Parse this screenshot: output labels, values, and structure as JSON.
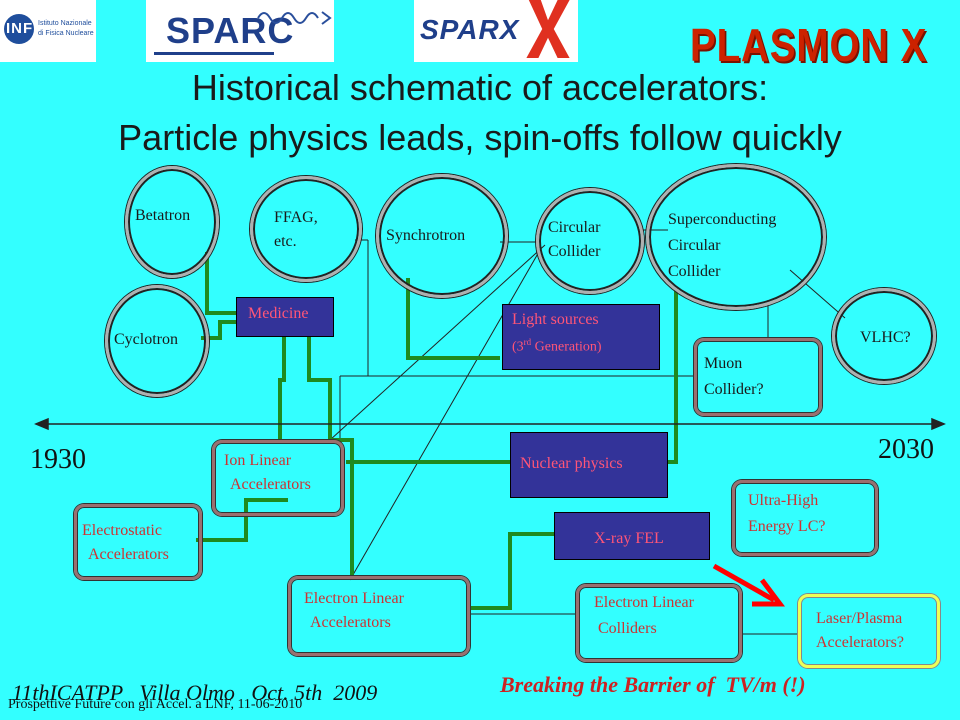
{
  "logos": {
    "infn_text": "INFN",
    "infn_sub1": "Istituto Nazionale",
    "infn_sub2": "di Fisica Nucleare",
    "sparc": "SPARC",
    "sparx": "SPARX",
    "plasmonx": "PLASMON X"
  },
  "title": {
    "line1": "Historical schematic of accelerators:",
    "line2": "Particle physics leads, spin-offs follow quickly"
  },
  "nodes": {
    "betatron": "Betatron",
    "cyclotron": "Cyclotron",
    "ffag_1": "FFAG,",
    "ffag_2": "etc.",
    "synchrotron": "Synchrotron",
    "circular_1": "Circular",
    "circular_2": "Collider",
    "sc_1": "Superconducting",
    "sc_2": "Circular",
    "sc_3": "Collider",
    "vlhc": "VLHC?",
    "muon_1": "Muon",
    "muon_2": "Collider?",
    "medicine": "Medicine",
    "light_1": "Light sources",
    "light_2a": "(3",
    "light_2sup": "rd",
    "light_2b": " Generation)",
    "nuclear": "Nuclear physics",
    "xfel": "X-ray FEL",
    "ion_1": "Ion Linear",
    "ion_2": "Accelerators",
    "electrostatic_1": "Electrostatic",
    "electrostatic_2": "Accelerators",
    "electron_linear_1": "Electron Linear",
    "electron_linear_2": "Accelerators",
    "electron_colliders_1": "Electron Linear",
    "electron_colliders_2": "Colliders",
    "uhe_1": "Ultra-High",
    "uhe_2": "Energy LC?",
    "laser_1": "Laser/Plasma",
    "laser_2": "Accelerators?"
  },
  "timeline": {
    "start_year": "1930",
    "end_year": "2030"
  },
  "footer": {
    "conference": "11thICATPP   Villa Olmo   Oct. 5th  2009",
    "prospettive": "Prospettive Future con gli Accel. a LNF,  11-06-2010",
    "breaking": "Breaking the Barrier of  TV/m (!)"
  },
  "colors": {
    "background": "#33ffff",
    "green_line": "#228b22",
    "blue_box": "#333399",
    "red_text": "#cc2222",
    "arrow": "#ff0000"
  }
}
